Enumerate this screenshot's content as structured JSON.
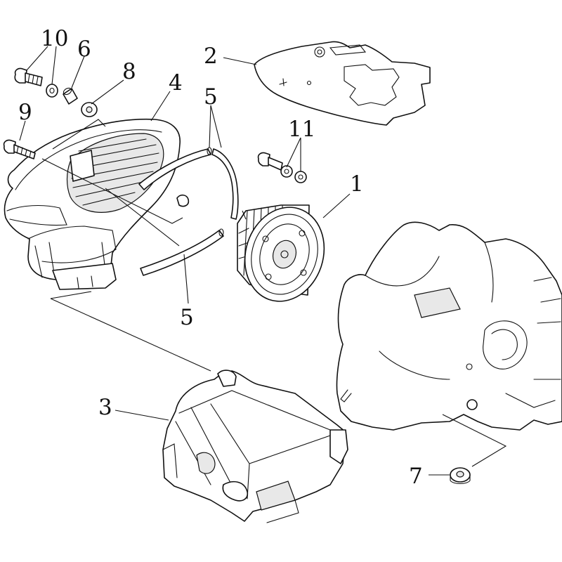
{
  "diagram": {
    "callouts": [
      {
        "id": "c10",
        "label": "10"
      },
      {
        "id": "c6",
        "label": "6"
      },
      {
        "id": "c8",
        "label": "8"
      },
      {
        "id": "c4",
        "label": "4"
      },
      {
        "id": "c2",
        "label": "2"
      },
      {
        "id": "c5a",
        "label": "5"
      },
      {
        "id": "c9",
        "label": "9"
      },
      {
        "id": "c11",
        "label": "11"
      },
      {
        "id": "c1",
        "label": "1"
      },
      {
        "id": "c5b",
        "label": "5"
      },
      {
        "id": "c3",
        "label": "3"
      },
      {
        "id": "c7",
        "label": "7"
      }
    ]
  }
}
